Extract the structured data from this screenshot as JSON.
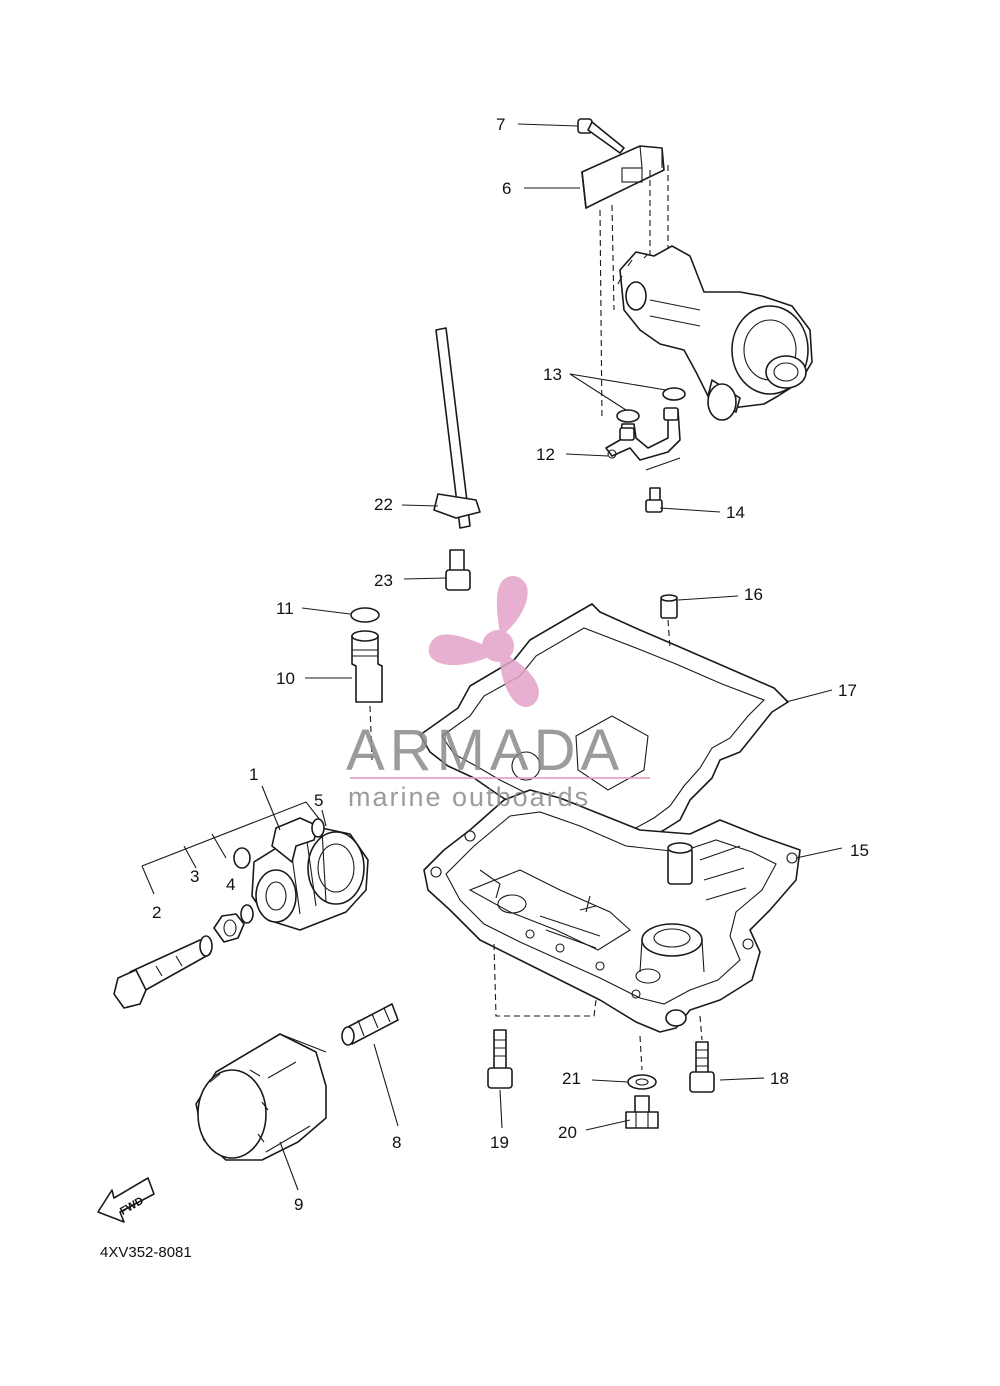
{
  "diagram": {
    "code": "4XV352-8081",
    "fwd_label": "FWD"
  },
  "watermark": {
    "brand": "ARMADA",
    "tagline": "marine outboards",
    "color": "#e5a3c8",
    "text_color": "#8a8a8a"
  },
  "callouts": [
    {
      "id": "1",
      "label": "1"
    },
    {
      "id": "2",
      "label": "2"
    },
    {
      "id": "3",
      "label": "3"
    },
    {
      "id": "4",
      "label": "4"
    },
    {
      "id": "5",
      "label": "5"
    },
    {
      "id": "6",
      "label": "6"
    },
    {
      "id": "7",
      "label": "7"
    },
    {
      "id": "8",
      "label": "8"
    },
    {
      "id": "9",
      "label": "9"
    },
    {
      "id": "10",
      "label": "10"
    },
    {
      "id": "11",
      "label": "11"
    },
    {
      "id": "12",
      "label": "12"
    },
    {
      "id": "13",
      "label": "13"
    },
    {
      "id": "14",
      "label": "14"
    },
    {
      "id": "15",
      "label": "15"
    },
    {
      "id": "16",
      "label": "16"
    },
    {
      "id": "17",
      "label": "17"
    },
    {
      "id": "18",
      "label": "18"
    },
    {
      "id": "19",
      "label": "19"
    },
    {
      "id": "20",
      "label": "20"
    },
    {
      "id": "21",
      "label": "21"
    },
    {
      "id": "22",
      "label": "22"
    },
    {
      "id": "23",
      "label": "23"
    }
  ]
}
